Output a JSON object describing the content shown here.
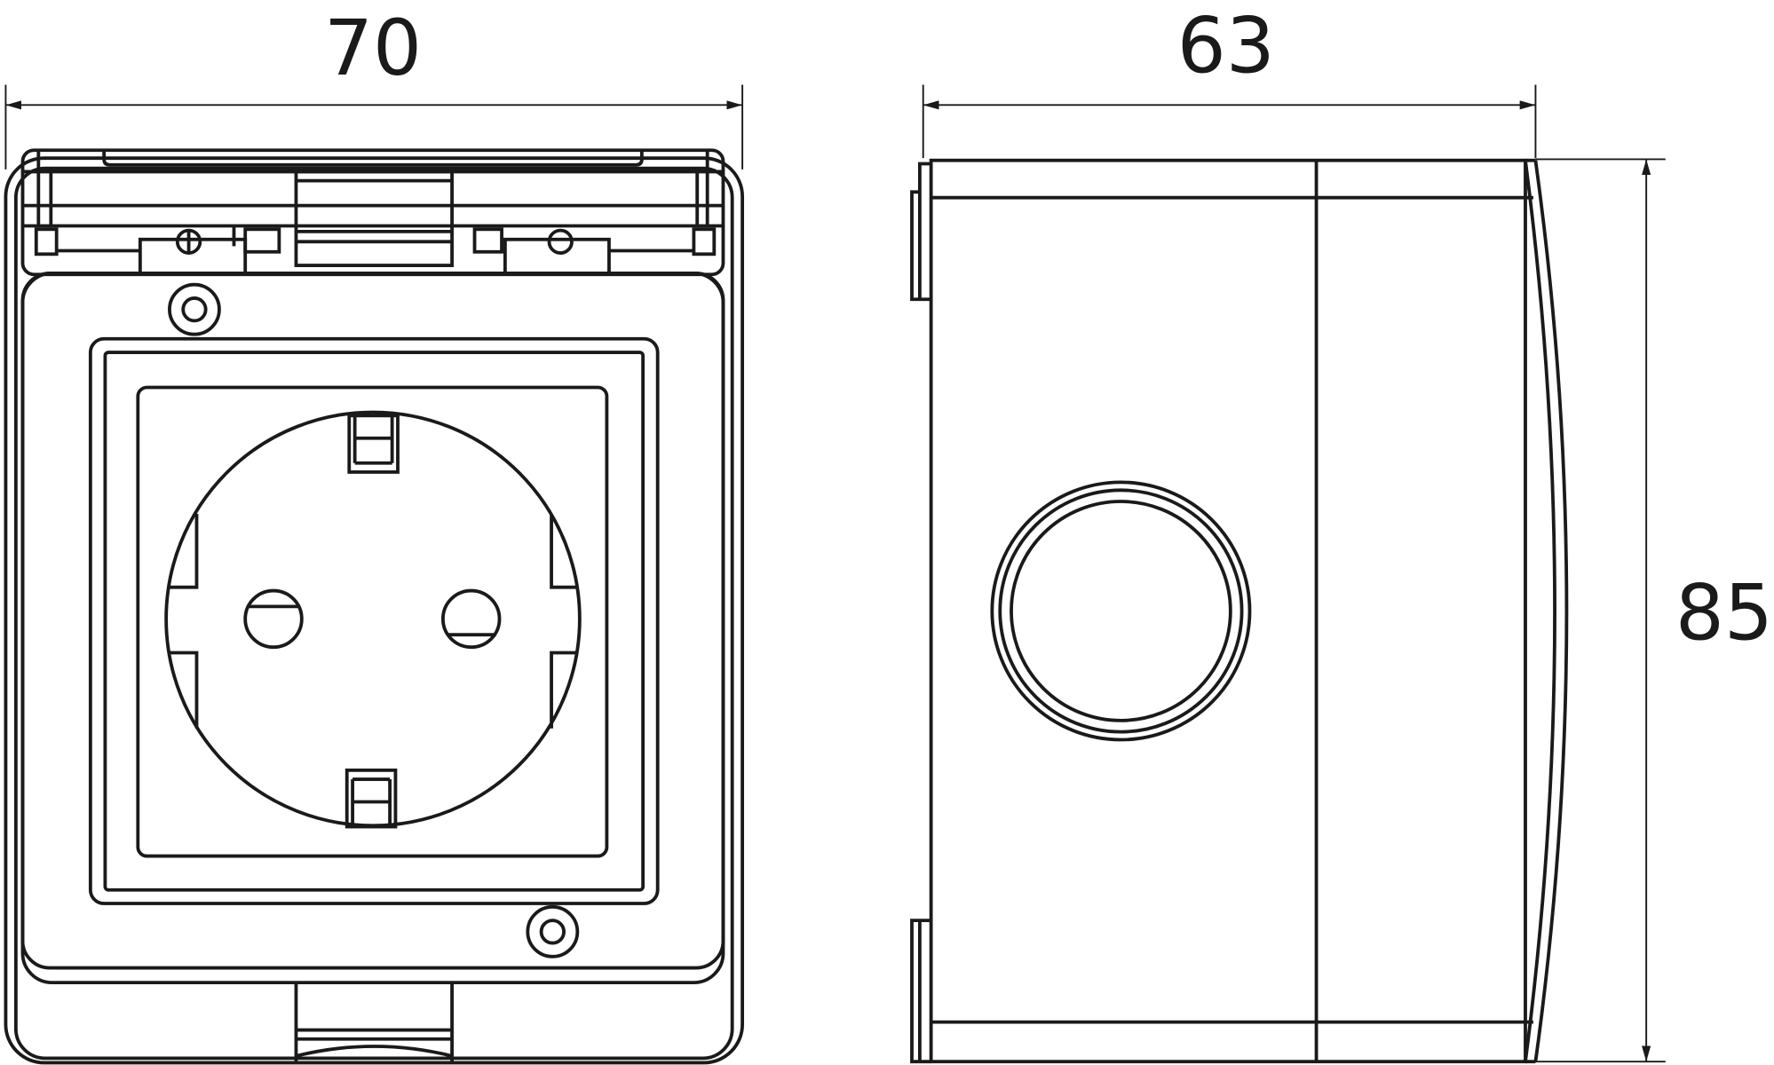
{
  "dimensions": {
    "front_width": "70",
    "side_depth": "63",
    "height": "85"
  },
  "colors": {
    "line": "#1a1a1a",
    "background": "#ffffff"
  }
}
